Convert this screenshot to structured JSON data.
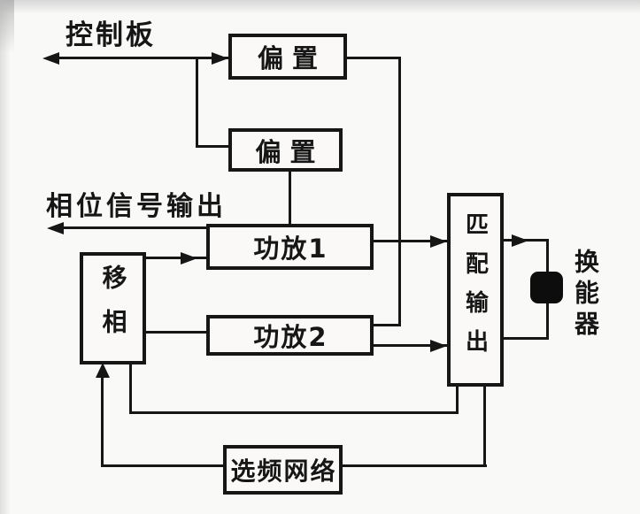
{
  "diagram": {
    "colors": {
      "ink": "#161616",
      "paper": "#f9f9f7"
    },
    "external_labels": {
      "control_board": "控制板",
      "phase_signal_output": "相位信号输出",
      "transducer": "换能器"
    },
    "blocks": {
      "bias_top": "偏置",
      "bias_bottom": "偏置",
      "amp1": "功放1",
      "amp2": "功放2",
      "phase_shifter": "移相",
      "matching_output": "匹配输出",
      "freq_select_network": "选频网络"
    },
    "connections": [
      "control_board <-> bias_top",
      "control_board <-> bias_bottom",
      "bias_bottom -> amp1 (top)",
      "bias_top -> amp2 (right side)",
      "phase_shifter -> amp1",
      "phase_shifter -> amp2",
      "amp1 -> matching_output",
      "amp2 -> matching_output",
      "amp1 (left) -> phase_signal_output",
      "matching_output <-> transducer element loop",
      "phase_shifter (bottom) -> matching_output (bottom)",
      "matching_output (bottom) -> freq_select_network -> phase_shifter (arrow up)"
    ]
  }
}
